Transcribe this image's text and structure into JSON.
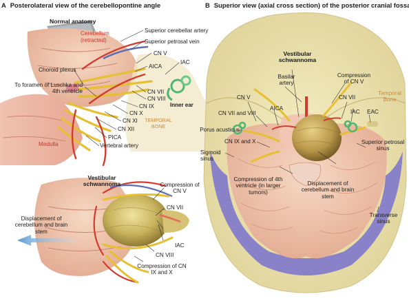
{
  "panel_a": {
    "letter": "A",
    "title": "Posterolateral view of the cerebellopontine angle",
    "normal_anatomy": "Normal anatomy",
    "cerebellum": "Cerebellum",
    "retracted": "(retracted)",
    "superior_cerebellar_artery": "Superior cerebellar artery",
    "superior_petrosal_vein": "Superior petrosal vein",
    "cn_v": "CN V",
    "aica": "AICA",
    "iac": "IAC",
    "choroid_plexus": "Choroid plexus",
    "foramen_luschka": "To foramen of Luschka and 4th ventricle",
    "cn_vii": "CN VII",
    "cn_viii": "CN VIII",
    "cn_ix": "CN IX",
    "cn_x": "CN X",
    "cn_xi": "CN XI",
    "cn_xii": "CN XII",
    "pica": "PICA",
    "inner_ear": "Inner ear",
    "temporal_bone": "TEMPORAL BONE",
    "medulla": "Medulla",
    "vertebral_artery": "Vertebral artery",
    "vestibular_schwannoma": "Vestibular schwannoma",
    "compression_cn_v": "Compression of CN V",
    "cn_vii_b": "CN VII",
    "displacement": "Displacement of cerebellum and brain stem",
    "iac_b": "IAC",
    "cn_viii_b": "CN VIII",
    "compression_ix_x": "Compression of CN IX and X"
  },
  "panel_b": {
    "letter": "B",
    "title": "Superior view (axial cross section) of the posterior cranial fossa",
    "vestibular_schwannoma": "Vestibular schwannoma",
    "basilar_artery": "Basilar artery",
    "compression_cn_v": "Compression of CN V",
    "temporal_bone": "Temporal Bone",
    "cn_v": "CN V",
    "cn_vii": "CN VII",
    "cn_vii_viii": "CN VII and VIII",
    "aica": "AICA",
    "iac": "IAC",
    "eac": "EAC",
    "porus_acusticus": "Porus acusticus",
    "cn_ix_x": "CN IX and X",
    "superior_petrosal_sinus": "Superior petrosal sinus",
    "sigmoid_sinus": "Sigmoid sinus",
    "compression_4th": "Compression of 4th ventricle (in larger tumors)",
    "displacement": "Displacement of cerebellum and brain stem",
    "transverse_sinus": "Transverse sinus"
  }
}
